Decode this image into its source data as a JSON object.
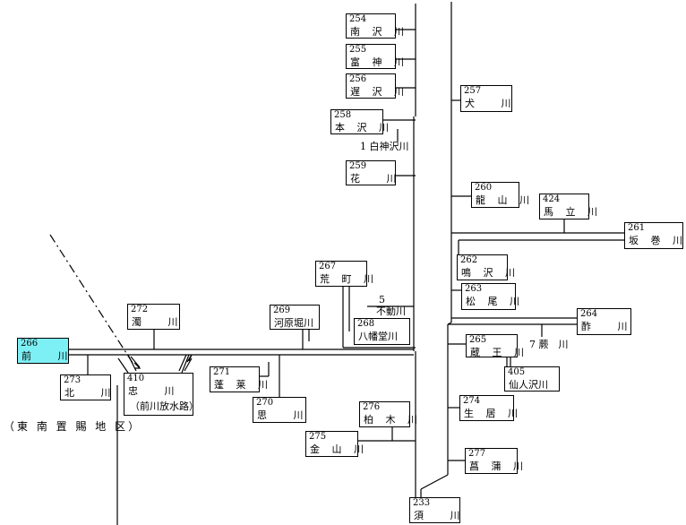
{
  "area_label": "（東 南 置 賜 地 区）",
  "nodes": {
    "n254": {
      "num": "254",
      "name": "南 沢 川"
    },
    "n255": {
      "num": "255",
      "name": "富 神 川"
    },
    "n256": {
      "num": "256",
      "name": "遅 沢 川"
    },
    "n258": {
      "num": "258",
      "name": "本 沢 川"
    },
    "n259": {
      "num": "259",
      "name": "花　 川"
    },
    "n257": {
      "num": "257",
      "name": "犬　 川"
    },
    "n260": {
      "num": "260",
      "name": "龍 山 川"
    },
    "n424": {
      "num": "424",
      "name": "馬 立 川"
    },
    "n261": {
      "num": "261",
      "name": "坂 巻 川"
    },
    "n262": {
      "num": "262",
      "name": "鳴 沢 川"
    },
    "n263": {
      "num": "263",
      "name": "松 尾 川"
    },
    "n264": {
      "num": "264",
      "name": "酢　 川"
    },
    "n265": {
      "num": "265",
      "name": "蔵 王 川"
    },
    "n405": {
      "num": "405",
      "name": "仙人沢川"
    },
    "n274": {
      "num": "274",
      "name": "生 居 川"
    },
    "n277": {
      "num": "277",
      "name": "菖 蒲 川"
    },
    "n233": {
      "num": "233",
      "name": "須　 川"
    },
    "n267": {
      "num": "267",
      "name": "荒 町 川"
    },
    "n269": {
      "num": "269",
      "name": "河原堀川"
    },
    "n268": {
      "num": "268",
      "name": "八幡堂川"
    },
    "n272": {
      "num": "272",
      "name": "濁　 川"
    },
    "n266": {
      "num": "266",
      "name": "前　 川"
    },
    "n273": {
      "num": "273",
      "name": "北　 川"
    },
    "n410": {
      "num": "410",
      "name": "忠　 川",
      "sub": "（前川放水路）"
    },
    "n271": {
      "num": "271",
      "name": "蓬 莱 川"
    },
    "n270": {
      "num": "270",
      "name": "思　 川"
    },
    "n276": {
      "num": "276",
      "name": "柏 木 川"
    },
    "n275": {
      "num": "275",
      "name": "金 山 川"
    }
  },
  "labels": {
    "shiragami": "1 白神沢川",
    "fudo_num": "5",
    "fudo_name": "不動川",
    "kaba": "7 蕨　川"
  },
  "colors": {
    "highlight": "#7df0f5",
    "line": "#000000"
  }
}
